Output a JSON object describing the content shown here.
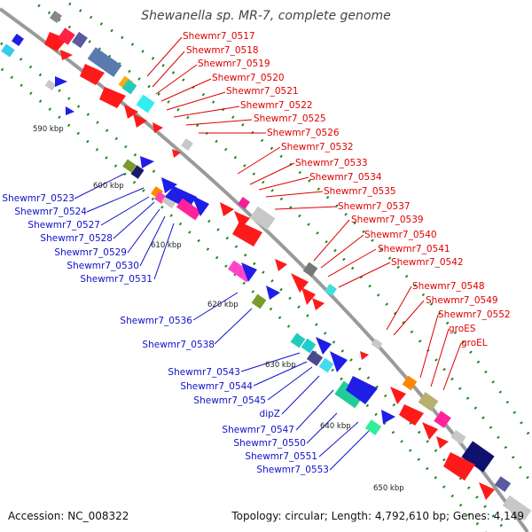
{
  "title": "Shewanella sp. MR-7, complete genome",
  "footer": {
    "accession": "Accession: NC_008322",
    "summary": "Topology: circular; Length: 4,792,610 bp; Genes: 4,149"
  },
  "kbp_ticks": [
    "590 kbp",
    "600 kbp",
    "610 kbp",
    "620 kbp",
    "630 kbp",
    "640 kbp",
    "650 kbp"
  ],
  "forward_labels": [
    "Shewmr7_0517",
    "Shewmr7_0518",
    "Shewmr7_0519",
    "Shewmr7_0520",
    "Shewmr7_0521",
    "Shewmr7_0522",
    "Shewmr7_0525",
    "Shewmr7_0526",
    "Shewmr7_0532",
    "Shewmr7_0533",
    "Shewmr7_0534",
    "Shewmr7_0535",
    "Shewmr7_0537",
    "Shewmr7_0539",
    "Shewmr7_0540",
    "Shewmr7_0541",
    "Shewmr7_0542",
    "Shewmr7_0548",
    "Shewmr7_0549",
    "Shewmr7_0552",
    "groES",
    "groEL"
  ],
  "reverse_labels": [
    "Shewmr7_0523",
    "Shewmr7_0524",
    "Shewmr7_0527",
    "Shewmr7_0528",
    "Shewmr7_0529",
    "Shewmr7_0530",
    "Shewmr7_0531",
    "Shewmr7_0536",
    "Shewmr7_0538",
    "Shewmr7_0543",
    "Shewmr7_0544",
    "Shewmr7_0545",
    "dipZ",
    "Shewmr7_0547",
    "Shewmr7_0550",
    "Shewmr7_0551",
    "Shewmr7_0553"
  ],
  "colors": {
    "backbone": "#8a8a8a",
    "forward_label": "#e00000",
    "reverse_label": "#1010cc",
    "dots": "#1a8a1a",
    "cds_red": "#ff1a1a",
    "cds_blue": "#1e1ee6"
  }
}
